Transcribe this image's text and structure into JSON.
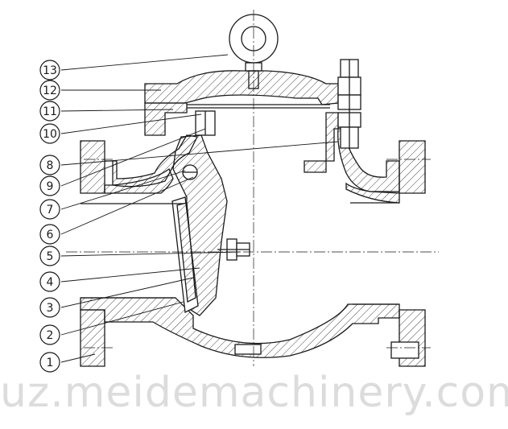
{
  "callouts": [
    {
      "id": "13",
      "label": "13"
    },
    {
      "id": "12",
      "label": "12"
    },
    {
      "id": "11",
      "label": "11"
    },
    {
      "id": "10",
      "label": "10"
    },
    {
      "id": "8",
      "label": "8"
    },
    {
      "id": "9",
      "label": "9"
    },
    {
      "id": "7",
      "label": "7"
    },
    {
      "id": "6",
      "label": "6"
    },
    {
      "id": "5",
      "label": "5"
    },
    {
      "id": "4",
      "label": "4"
    },
    {
      "id": "3",
      "label": "3"
    },
    {
      "id": "2",
      "label": "2"
    },
    {
      "id": "1",
      "label": "1"
    }
  ],
  "watermark": "uz.meidemachinery.com",
  "colors": {
    "line": "#1a1a1a",
    "background": "#ffffff",
    "watermark": "#dcdcdc"
  }
}
